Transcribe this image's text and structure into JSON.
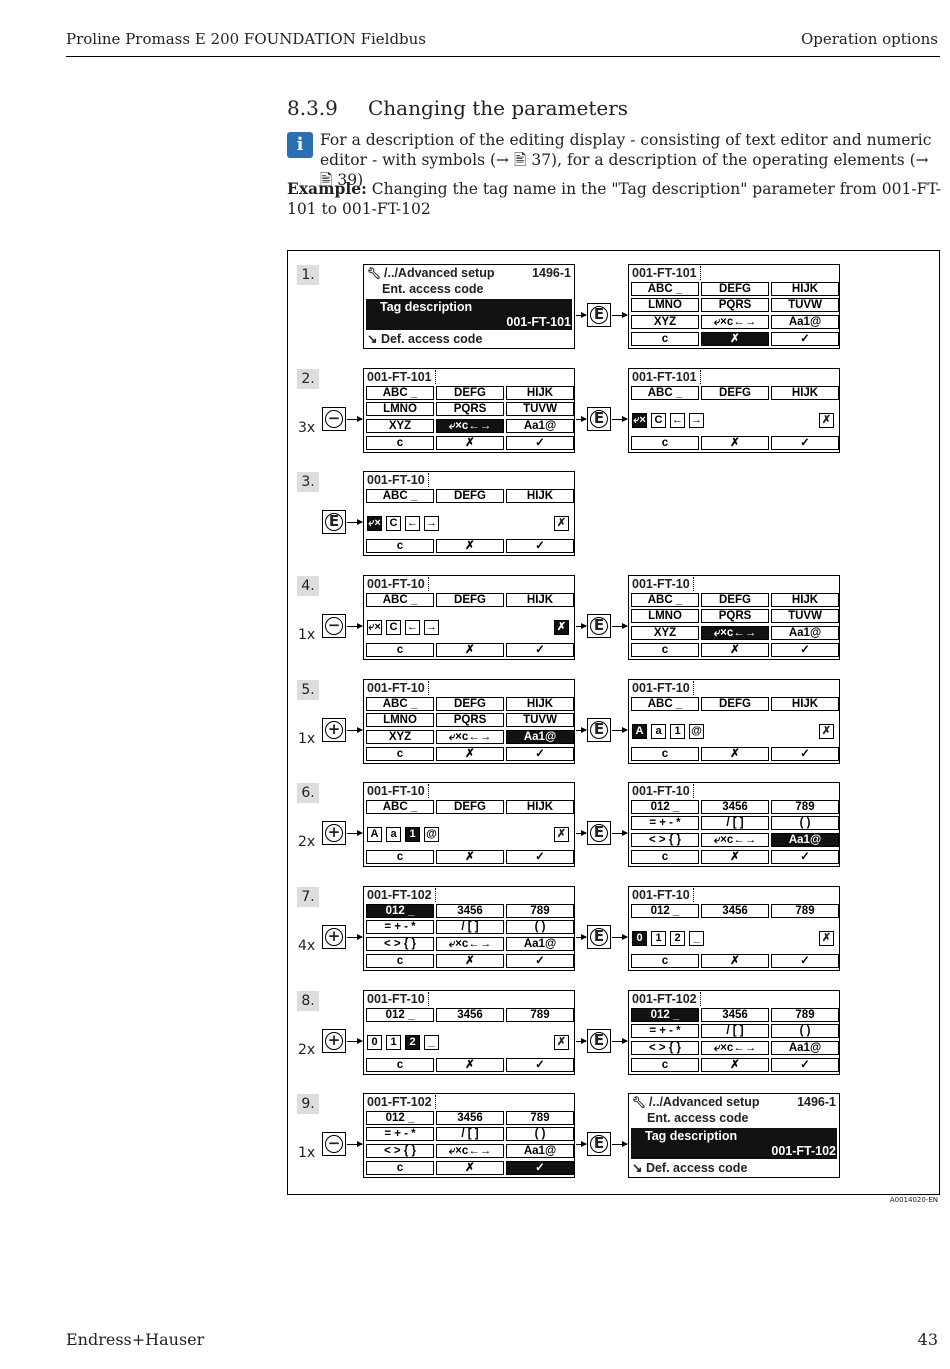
{
  "header": {
    "left": "Proline Promass E 200 FOUNDATION Fieldbus",
    "right": "Operation options"
  },
  "section": {
    "number": "8.3.9",
    "title": "Changing the parameters"
  },
  "info_icon": "info-icon",
  "info_text": "For a description of the editing display - consisting of text editor and numeric editor - with symbols (→ 🖹 37), for a description of the operating elements (→ 🖹 39)",
  "example": {
    "label": "Example:",
    "text": " Changing the tag name in the \"Tag description\" parameter from 001-FT-101 to 001-FT-102"
  },
  "figure_code": "A0014020-EN",
  "footer": {
    "left": "Endress+Hauser",
    "right": "43"
  },
  "keys": {
    "minus": "−",
    "plus": "+",
    "enter": "E"
  },
  "menu": {
    "path": "/../Advanced setup",
    "code": "1496-1",
    "item1": "Ent. access code",
    "item2": "Tag description",
    "item4": "Def. access code",
    "value_before": "001-FT-101",
    "value_after": "001-FT-102"
  },
  "steps": [
    {
      "num": "1.",
      "count": ""
    },
    {
      "num": "2.",
      "count": "3x"
    },
    {
      "num": "3.",
      "count": ""
    },
    {
      "num": "4.",
      "count": "1x"
    },
    {
      "num": "5.",
      "count": "1x"
    },
    {
      "num": "6.",
      "count": "2x"
    },
    {
      "num": "7.",
      "count": "4x"
    },
    {
      "num": "8.",
      "count": "2x"
    },
    {
      "num": "9.",
      "count": "1x"
    }
  ],
  "editor": {
    "alpha_row1": [
      "ABC _",
      "DEFG",
      "HIJK"
    ],
    "alpha_row2": [
      "LMNO",
      "PQRS",
      "TUVW"
    ],
    "alpha_row3": [
      "XYZ",
      "⤶×c←→",
      "Aa1@"
    ],
    "num_row1": [
      "012 _",
      "3456",
      "789"
    ],
    "num_row2": [
      "= + - *",
      "/ [ ]",
      "( )"
    ],
    "num_row3": [
      "< > { }",
      "⤶×c←→",
      "Aa1@"
    ],
    "bottom_row": [
      "c",
      "✗",
      "✓"
    ],
    "edit_symbols": [
      "⤶×",
      "C",
      "←",
      "→"
    ],
    "case_symbols": [
      "A",
      "a",
      "1",
      "@"
    ],
    "digit_symbols": [
      "0",
      "1",
      "2",
      "_"
    ],
    "cancel": "✗"
  },
  "screens": {
    "s1r": "001-FT-101",
    "s2l": "001-FT-101",
    "s2r": "001-FT-101",
    "s3": "001-FT-10",
    "s4l": "001-FT-10",
    "s4r": "001-FT-10",
    "s5l": "001-FT-10",
    "s5r": "001-FT-10",
    "s6l": "001-FT-10",
    "s6r": "001-FT-10",
    "s7l": "001-FT-102",
    "s7r": "001-FT-10",
    "s8l": "001-FT-10",
    "s8r": "001-FT-102",
    "s9l": "001-FT-102"
  }
}
